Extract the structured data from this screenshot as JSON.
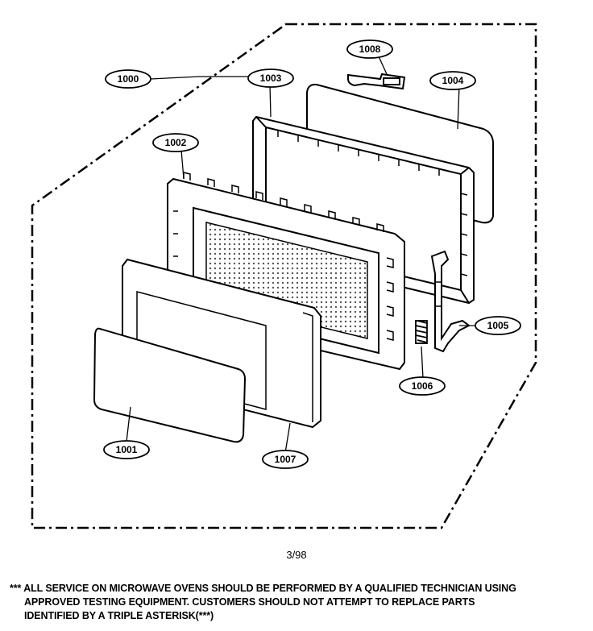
{
  "callouts": {
    "c1000": "1000",
    "c1001": "1001",
    "c1002": "1002",
    "c1003": "1003",
    "c1004": "1004",
    "c1005": "1005",
    "c1006": "1006",
    "c1007": "1007",
    "c1008": "1008"
  },
  "date_code": "3/98",
  "notice": {
    "line1": "*** ALL SERVICE ON MICROWAVE OVENS SHOULD BE PERFORMED BY A QUALIFIED TECHNICIAN USING",
    "line2": "APPROVED TESTING EQUIPMENT. CUSTOMERS SHOULD NOT ATTEMPT TO REPLACE PARTS",
    "line3": "IDENTIFIED BY A TRIPLE ASTERISK(***)"
  }
}
